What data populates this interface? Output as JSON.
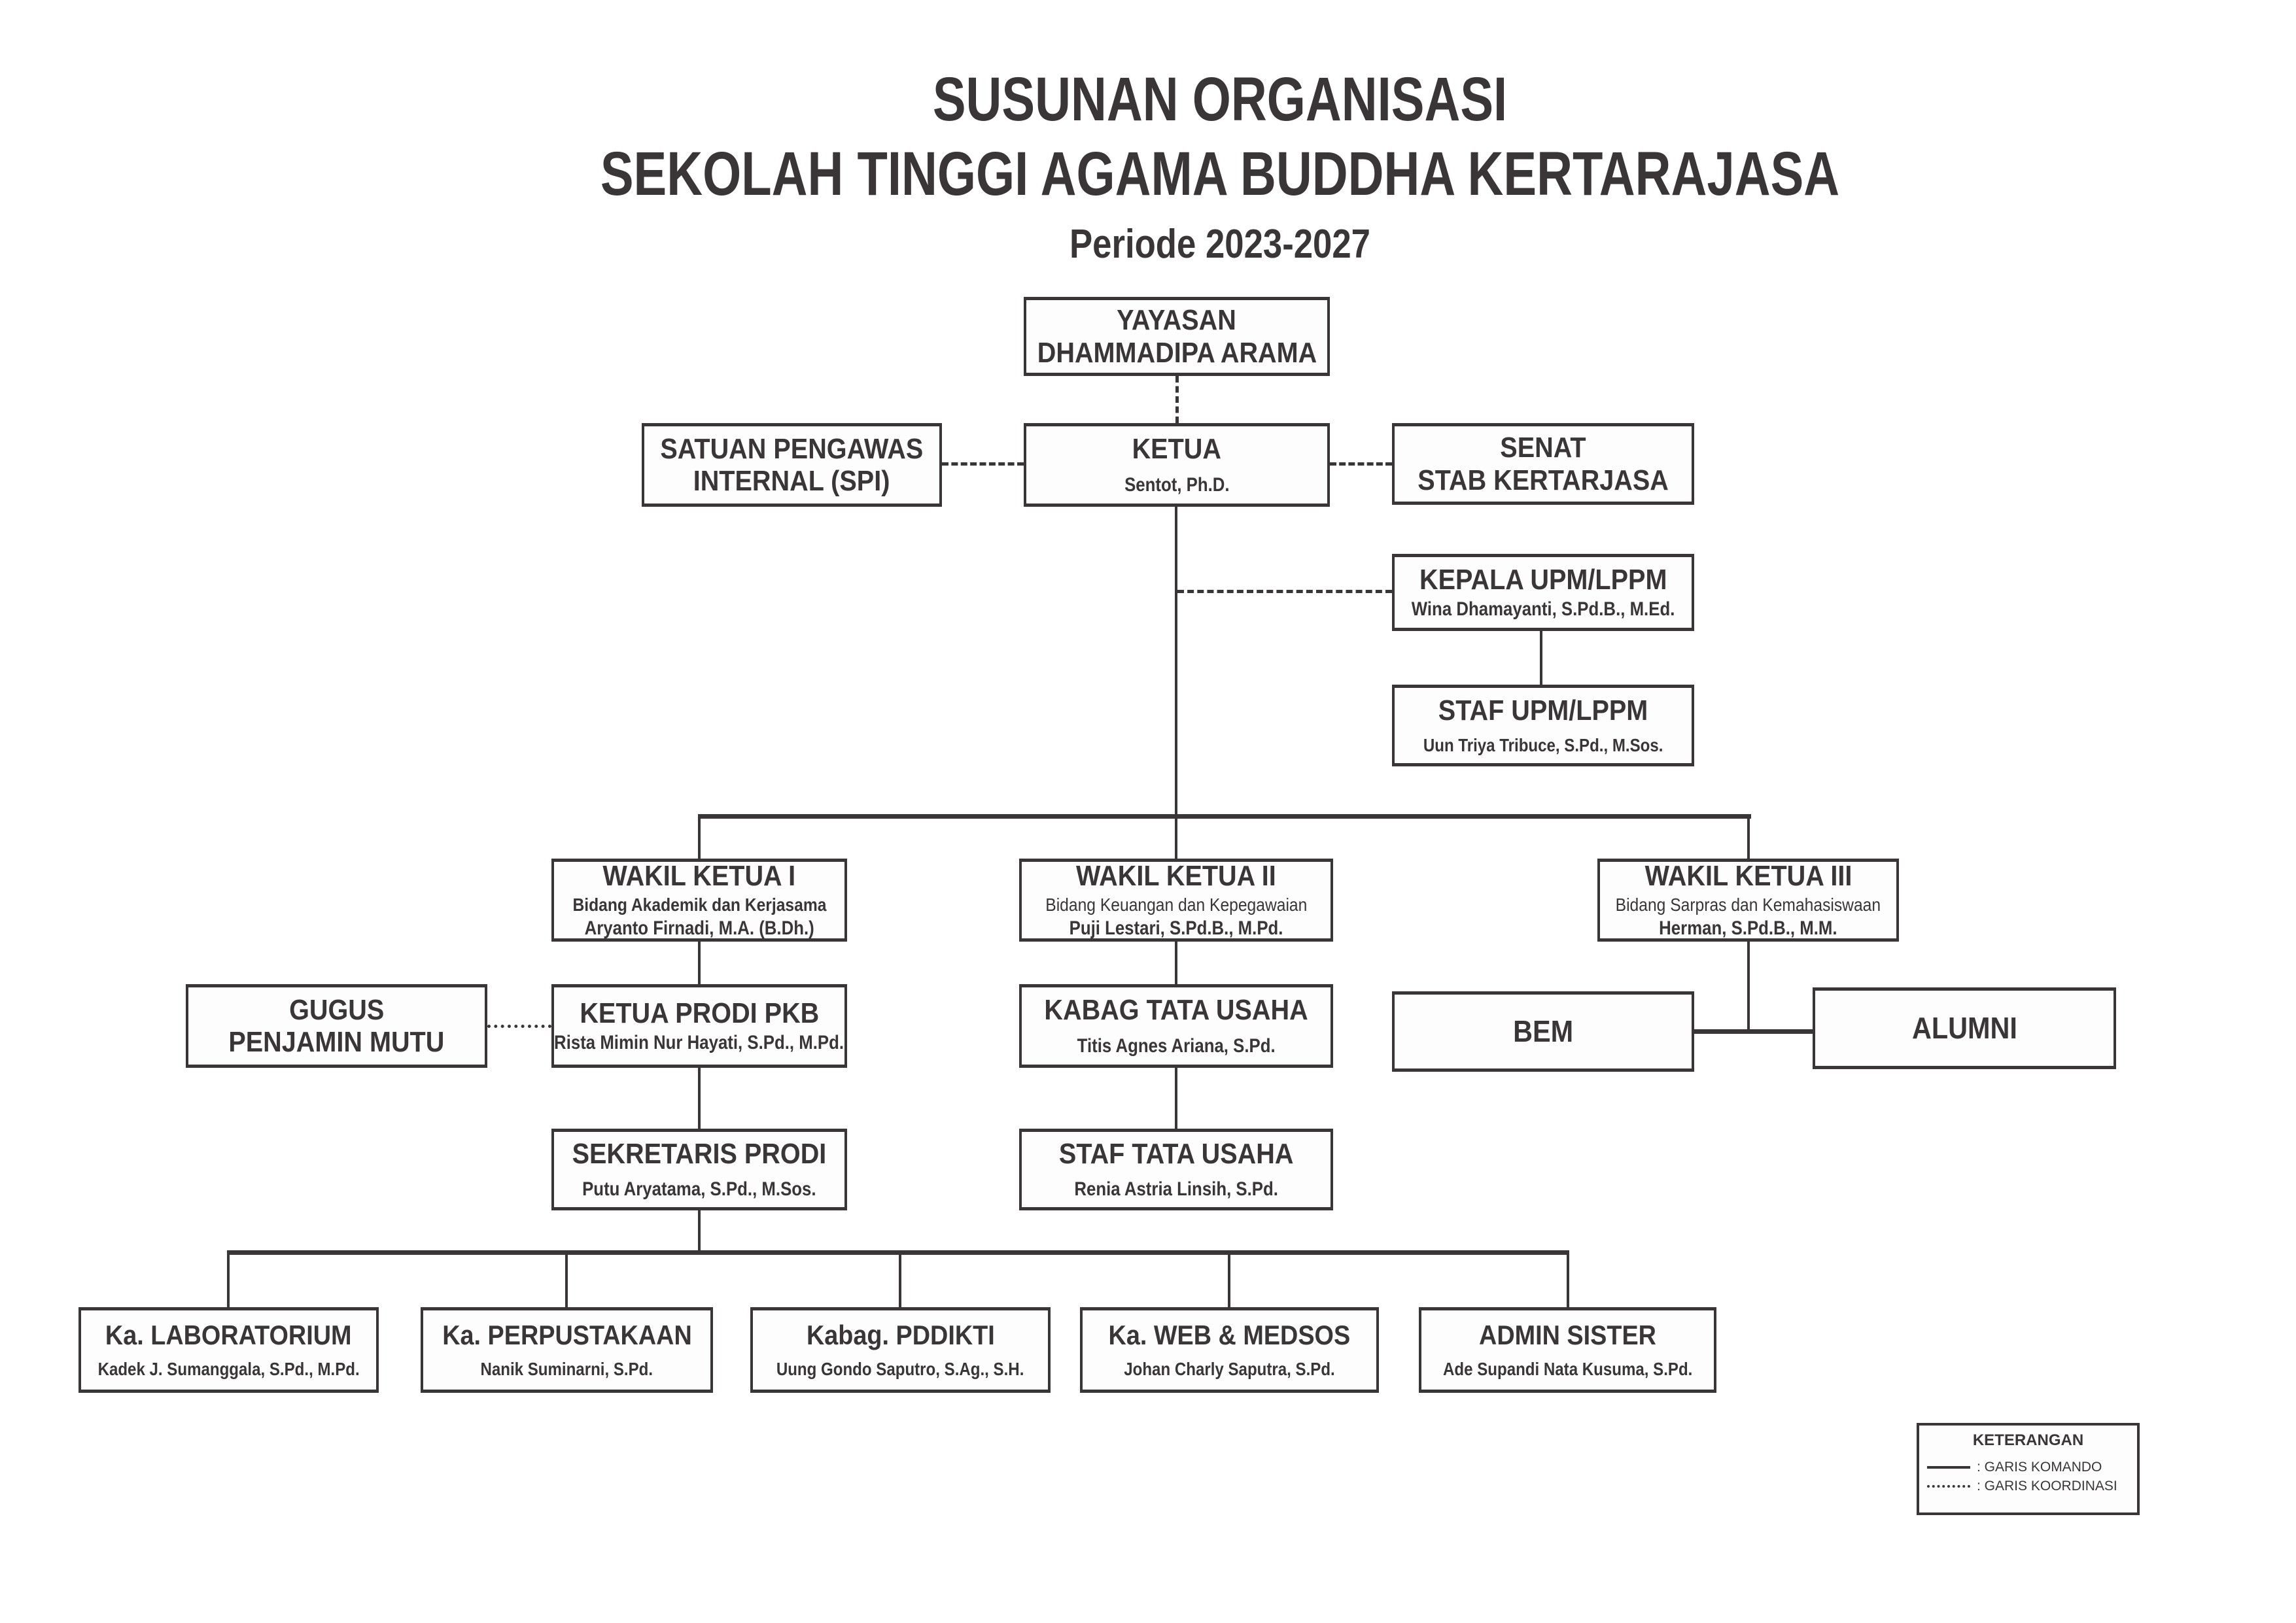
{
  "title": {
    "line1": "SUSUNAN ORGANISASI",
    "line2": "SEKOLAH TINGGI AGAMA BUDDHA KERTARAJASA",
    "period": "Periode 2023-2027"
  },
  "colors": {
    "text": "#3a3536",
    "line": "#3a3536",
    "box_background": "#fdfdfd",
    "page_background": "#ffffff"
  },
  "nodes": {
    "yayasan": {
      "line1": "YAYASAN",
      "line2": "DHAMMADIPA ARAMA"
    },
    "spi": {
      "line1": "SATUAN PENGAWAS",
      "line2": "INTERNAL (SPI)"
    },
    "ketua": {
      "title": "KETUA",
      "name": "Sentot, Ph.D."
    },
    "senat": {
      "line1": "SENAT",
      "line2": "STAB KERTARJASA"
    },
    "kepala_upm": {
      "title": "KEPALA UPM/LPPM",
      "name": "Wina Dhamayanti, S.Pd.B., M.Ed."
    },
    "staf_upm": {
      "title": "STAF UPM/LPPM",
      "name": "Uun Triya Tribuce, S.Pd., M.Sos."
    },
    "wakil_ketua_1": {
      "title": "WAKIL KETUA I",
      "subtitle": "Bidang Akademik dan Kerjasama",
      "name": "Aryanto Firnadi, M.A. (B.Dh.)"
    },
    "wakil_ketua_2": {
      "title": "WAKIL KETUA II",
      "subtitle": "Bidang Keuangan dan Kepegawaian",
      "name": "Puji Lestari, S.Pd.B., M.Pd."
    },
    "wakil_ketua_3": {
      "title": "WAKIL KETUA III",
      "subtitle": "Bidang Sarpras dan Kemahasiswaan",
      "name": "Herman, S.Pd.B., M.M."
    },
    "gugus": {
      "line1": "GUGUS",
      "line2": "PENJAMIN MUTU"
    },
    "ketua_prodi": {
      "title": "KETUA PRODI PKB",
      "name": "Rista Mimin Nur Hayati, S.Pd., M.Pd."
    },
    "kabag_tu": {
      "title": "KABAG TATA USAHA",
      "name": "Titis Agnes Ariana, S.Pd."
    },
    "bem": {
      "title": "BEM"
    },
    "alumni": {
      "title": "ALUMNI"
    },
    "sekretaris_prodi": {
      "title": "SEKRETARIS PRODI",
      "name": "Putu Aryatama, S.Pd., M.Sos."
    },
    "staf_tu": {
      "title": "STAF TATA USAHA",
      "name": "Renia Astria Linsih, S.Pd."
    },
    "laboratorium": {
      "title": "Ka. LABORATORIUM",
      "name": "Kadek J. Sumanggala, S.Pd., M.Pd."
    },
    "perpustakaan": {
      "title": "Ka. PERPUSTAKAAN",
      "name": "Nanik Suminarni, S.Pd."
    },
    "pddikti": {
      "title": "Kabag. PDDIKTI",
      "name": "Uung Gondo Saputro, S.Ag., S.H."
    },
    "web_medsos": {
      "title": "Ka. WEB & MEDSOS",
      "name": "Johan Charly Saputra, S.Pd."
    },
    "admin_sister": {
      "title": "ADMIN SISTER",
      "name": "Ade Supandi Nata Kusuma, S.Pd."
    }
  },
  "legend": {
    "title": "KETERANGAN",
    "komando_label": ": GARIS KOMANDO",
    "koordinasi_label": ": GARIS KOORDINASI"
  }
}
